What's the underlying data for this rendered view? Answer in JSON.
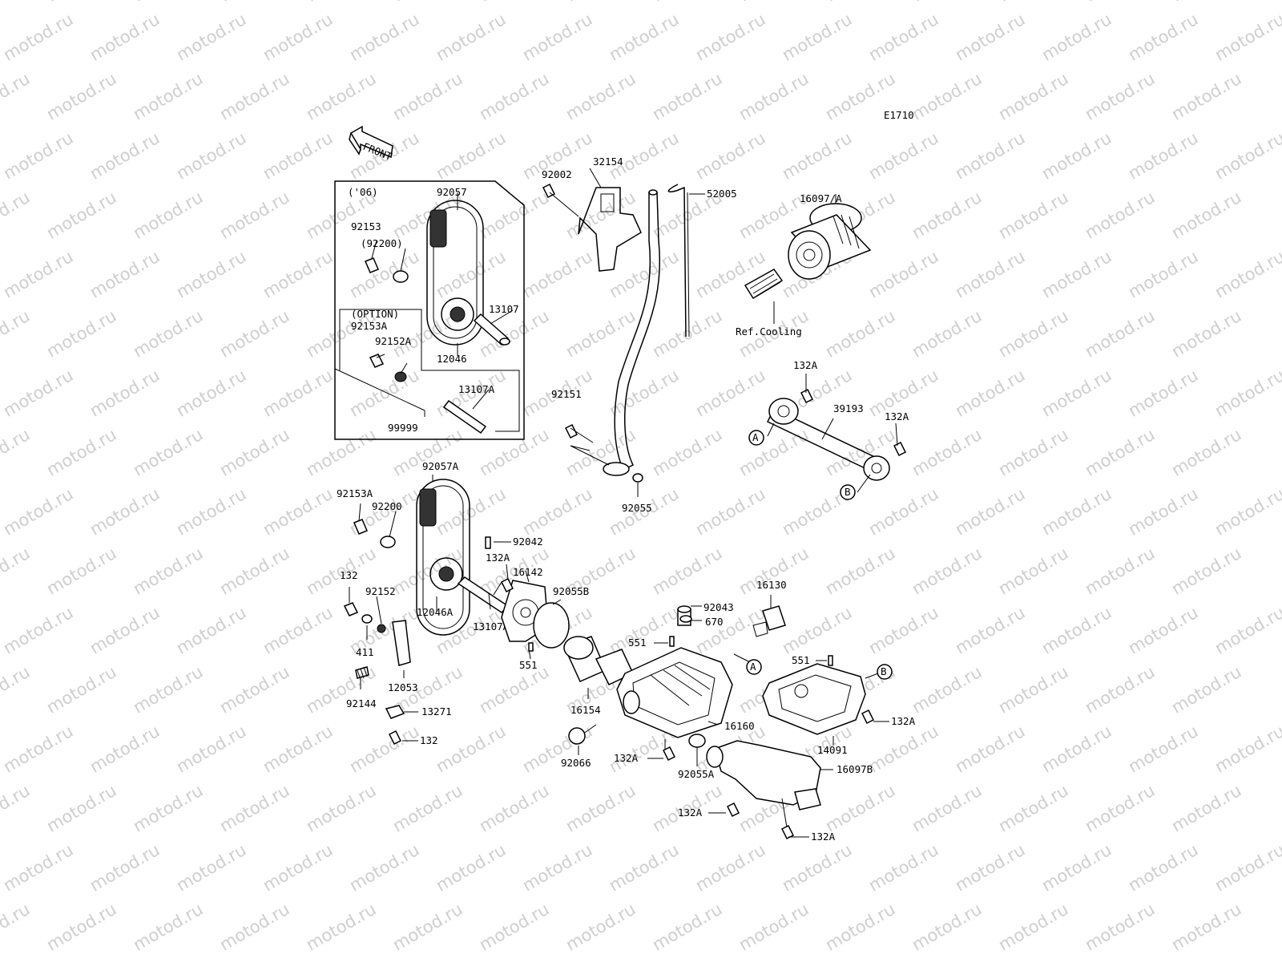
{
  "diagram": {
    "code": "E1710",
    "watermark": "motod.ru",
    "front_label": "FRONT",
    "box_labels": {
      "year": "('06)",
      "option": "(OPTION)"
    },
    "ref_cooling": "Ref.Cooling",
    "markers": {
      "a": "A",
      "b": "B"
    },
    "parts": {
      "p32154": "32154",
      "p92002": "92002",
      "p52005": "52005",
      "p16097A": "16097/A",
      "p92057": "92057",
      "p92153": "92153",
      "p92200_paren": "(92200)",
      "p13107": "13107",
      "p92153A_box": "92153A",
      "p92152A": "92152A",
      "p12046": "12046",
      "p13107A_box": "13107A",
      "p99999": "99999",
      "p92151": "92151",
      "p92055": "92055",
      "p132A_top": "132A",
      "p39193": "39193",
      "p132A_right": "132A",
      "p92057A": "92057A",
      "p92153A": "92153A",
      "p92200": "92200",
      "p92042": "92042",
      "p132A_mid": "132A",
      "p16142": "16142",
      "p132": "132",
      "p92152": "92152",
      "p12046A": "12046A",
      "p13107A": "13107A",
      "p92055B": "92055B",
      "p411": "411",
      "p12053": "12053",
      "p551_pump": "551",
      "p92144": "92144",
      "p13271": "13271",
      "p132_bottom": "132",
      "p92043": "92043",
      "p670": "670",
      "p16130": "16130",
      "p551_mid": "551",
      "p16154": "16154",
      "p16160": "16160",
      "p92066": "92066",
      "p132A_low": "132A",
      "p92055A": "92055A",
      "p551_right": "551",
      "p132A_r1": "132A",
      "p14091": "14091",
      "p16097B": "16097B",
      "p132A_b1": "132A",
      "p132A_b2": "132A"
    }
  }
}
